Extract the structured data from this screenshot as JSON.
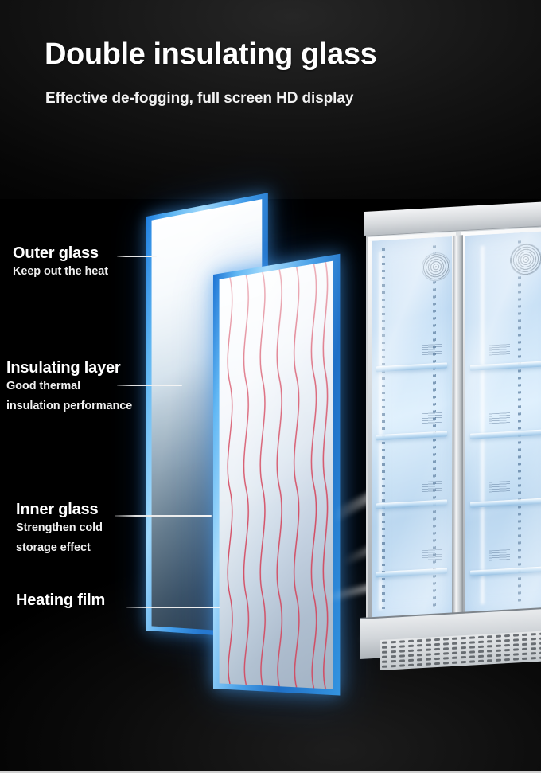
{
  "header": {
    "title": "Double insulating glass",
    "subtitle": "Effective de-fogging, full screen HD display"
  },
  "callouts": [
    {
      "id": "outer-glass",
      "heading": "Outer glass",
      "description": "Keep out the heat",
      "description_lines": [
        "Keep out the heat"
      ]
    },
    {
      "id": "insulating-layer",
      "heading": "Insulating layer",
      "description": "Good thermal insulation performance",
      "description_lines": [
        "Good thermal",
        "insulation performance"
      ]
    },
    {
      "id": "inner-glass",
      "heading": "Inner glass",
      "description": "Strengthen cold storage effect",
      "description_lines": [
        "Strengthen cold",
        "storage effect"
      ]
    },
    {
      "id": "heating-film",
      "heading": "Heating film",
      "description": "",
      "description_lines": []
    }
  ],
  "illustration": {
    "name": "double-insulating-glass-exploded-diagram",
    "panels": [
      {
        "id": "outer-pane",
        "label": "Outer glass pane",
        "edge_color": "#3f9ae8"
      },
      {
        "id": "inner-pane",
        "label": "Inner glass pane with heating film",
        "edge_color": "#4aa1e8"
      }
    ],
    "heating_film": {
      "line_color": "#d4455c",
      "line_count": 7,
      "style": "vertical wavy filament lines"
    },
    "vapor": {
      "label": "de-fogging vapor streaks",
      "color": "#ffffff"
    }
  },
  "product_photo": {
    "name": "two-door-glass-display-refrigerator",
    "doors": 2,
    "shelves_per_door": 4,
    "interior_light_color": "#d8ecfb",
    "cabinet_color": "#d6d9dc",
    "components": [
      "cabinet-header",
      "left-glass-door",
      "right-glass-door",
      "center-mullion",
      "interior-shelves",
      "ceiling-fan-grille",
      "bottom-plinth",
      "ventilation-grille"
    ]
  },
  "theme": {
    "background": "#000000",
    "text_color": "#ffffff",
    "accent_blue": "#3f9ae8",
    "film_red": "#d4455c",
    "bottom_rule": "#cfcfcf"
  }
}
